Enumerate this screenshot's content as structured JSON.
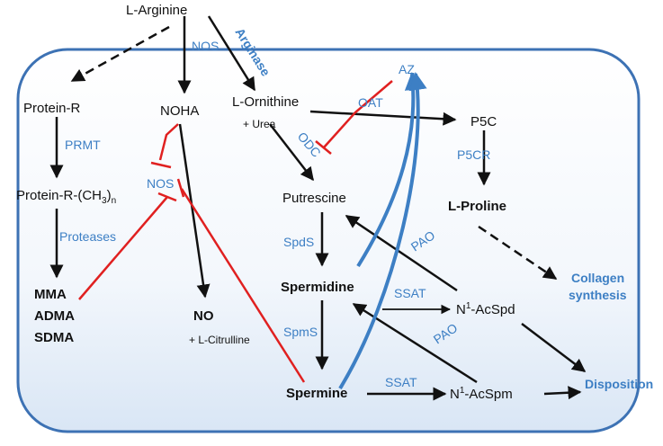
{
  "colors": {
    "black": "#111111",
    "red": "#e02020",
    "blue": "#3d7fc4",
    "cell_border": "#3d72b4"
  },
  "nodes": {
    "arginine": "L-Arginine",
    "protein_r": "Protein-R",
    "protein_rch3_main": "Protein-R-(CH",
    "protein_rch3_sub3": "3",
    "protein_rch3_close": ")",
    "protein_rch3_subn": "n",
    "noha": "NOHA",
    "ornithine": "L-Ornithine",
    "urea": "+ Urea",
    "p5c": "P5C",
    "proline": "L-Proline",
    "putrescine": "Putrescine",
    "spermidine": "Spermidine",
    "spermine": "Spermine",
    "acspd_pre": "N",
    "acspd_sup": "1",
    "acspd_post": "-AcSpd",
    "acspm_pre": "N",
    "acspm_sup": "1",
    "acspm_post": "-AcSpm",
    "mma": "MMA",
    "adma": "ADMA",
    "sdma": "SDMA",
    "no": "NO",
    "citrulline": "+ L-Citrulline",
    "collagen_1": "Collagen",
    "collagen_2": "synthesis",
    "disposition": "Disposition"
  },
  "enzymes": {
    "nos_top": "NOS",
    "arginase": "Arginase",
    "prmt": "PRMT",
    "proteases": "Proteases",
    "nos_inhibited": "NOS",
    "oat": "OAT",
    "odc": "ODC",
    "az": "AZ",
    "p5cr": "P5CR",
    "spds": "SpdS",
    "spms": "SpmS",
    "ssat_1": "SSAT",
    "ssat_2": "SSAT",
    "pao_1": "PAO",
    "pao_2": "PAO"
  }
}
